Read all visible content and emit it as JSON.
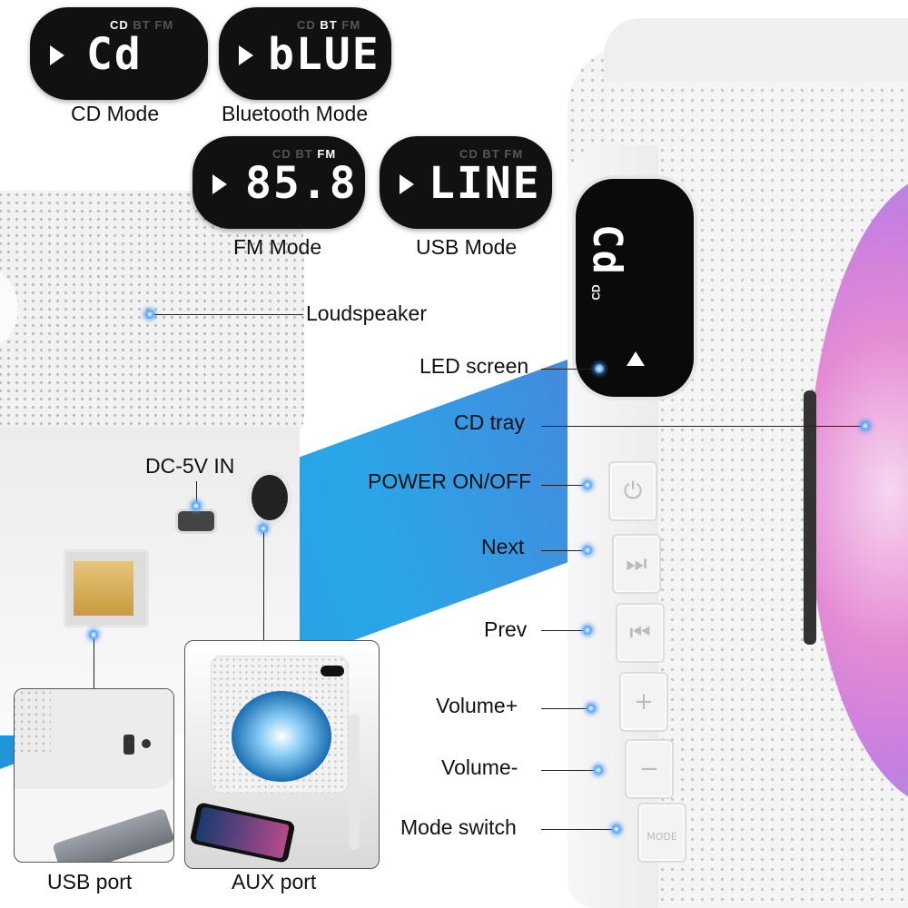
{
  "modes": [
    {
      "name": "CD Mode",
      "display": "Cd",
      "indicators": [
        "CD",
        "BT",
        "FM"
      ],
      "active": "CD"
    },
    {
      "name": "Bluetooth Mode",
      "display": "bLUE",
      "indicators": [
        "CD",
        "BT",
        "FM"
      ],
      "active": "BT"
    },
    {
      "name": "FM Mode",
      "display": "85.8",
      "indicators": [
        "CD",
        "BT",
        "FM"
      ],
      "active": "FM"
    },
    {
      "name": "USB Mode",
      "display": "LINE",
      "indicators": [
        "CD",
        "BT",
        "FM"
      ],
      "active": ""
    }
  ],
  "labels": {
    "loudspeaker": "Loudspeaker",
    "dc_in": "DC-5V IN",
    "led_screen": "LED screen",
    "cd_tray": "CD tray",
    "power": "POWER ON/OFF",
    "next": "Next",
    "prev": "Prev",
    "volume_up": "Volume+",
    "volume_down": "Volume-",
    "mode_switch": "Mode switch",
    "usb_port": "USB port",
    "aux_port": "AUX port"
  },
  "led": {
    "text": "Cd",
    "indicator": "CD"
  },
  "icons": {
    "power": "power-icon",
    "next": "next-track-icon",
    "prev": "prev-track-icon",
    "volume_up": "plus-icon",
    "volume_down": "minus-icon",
    "mode": "mode-icon",
    "play": "play-icon"
  },
  "colors": {
    "accent_blue": "#2aa6e8",
    "display_bg": "#111111",
    "disc_pink": "#e58bd4"
  }
}
